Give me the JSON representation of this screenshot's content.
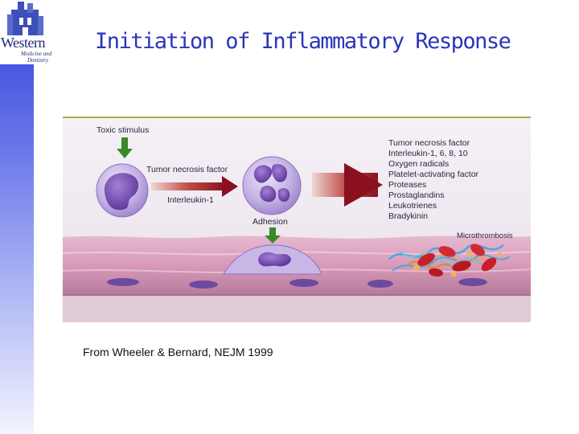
{
  "slide": {
    "title": "Initiation of Inflammatory Response",
    "caption": "From Wheeler & Bernard, NEJM 1999"
  },
  "logo": {
    "word": "Western",
    "line1": "Medicine and",
    "line2": "Dentistry"
  },
  "figure": {
    "toxic_stimulus": "Toxic stimulus",
    "tnf_label": "Tumor necrosis factor",
    "il1_label": "Interleukin-1",
    "adhesion": "Adhesion",
    "microthrombosis": "Microthrombosis",
    "mediators": [
      "Tumor necrosis factor",
      "Interleukin-1, 6, 8, 10",
      "Oxygen radicals",
      "Platelet-activating factor",
      "Proteases",
      "Prostaglandins",
      "Leukotrienes",
      "Bradykinin"
    ]
  },
  "colors": {
    "title": "#2a36b8",
    "sidebar": "#2f3fd8",
    "arrow_green": "#3a8a2a",
    "arrow_red": "#8a1020",
    "cell_purple": "#8a6cc8",
    "endothelium_pink": "#d39ab8"
  }
}
